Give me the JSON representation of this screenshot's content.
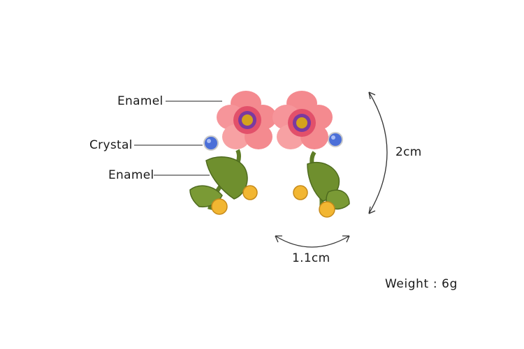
{
  "callouts": [
    {
      "label": "Enamel"
    },
    {
      "label": "Crystal"
    },
    {
      "label": "Enamel"
    }
  ],
  "dimensions": {
    "height": "2cm",
    "width": "1.1cm"
  },
  "weight": "Weight : 6g",
  "colors": {
    "petal": "#f48a8f",
    "petal_light": "#fbb8b6",
    "center": "#d4a21c",
    "crystal": "#4b6fd8",
    "leaf": "#6f8f2e",
    "berry": "#f2b632"
  }
}
